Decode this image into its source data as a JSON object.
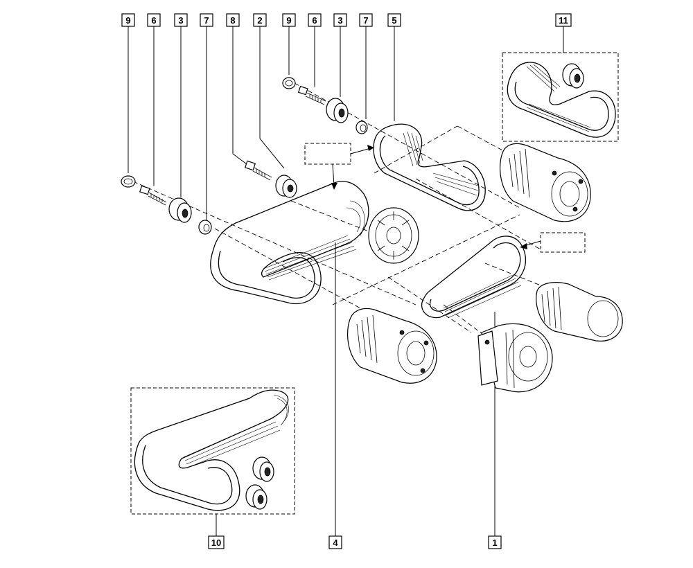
{
  "labels": {
    "c1": "9",
    "c2": "6",
    "c3": "3",
    "c4": "7",
    "c5": "8",
    "c6": "2",
    "c7": "9",
    "c8": "6",
    "c9": "3",
    "c10": "7",
    "c11": "5",
    "c12": "11",
    "c13": "10",
    "c14": "4",
    "c15": "1"
  }
}
